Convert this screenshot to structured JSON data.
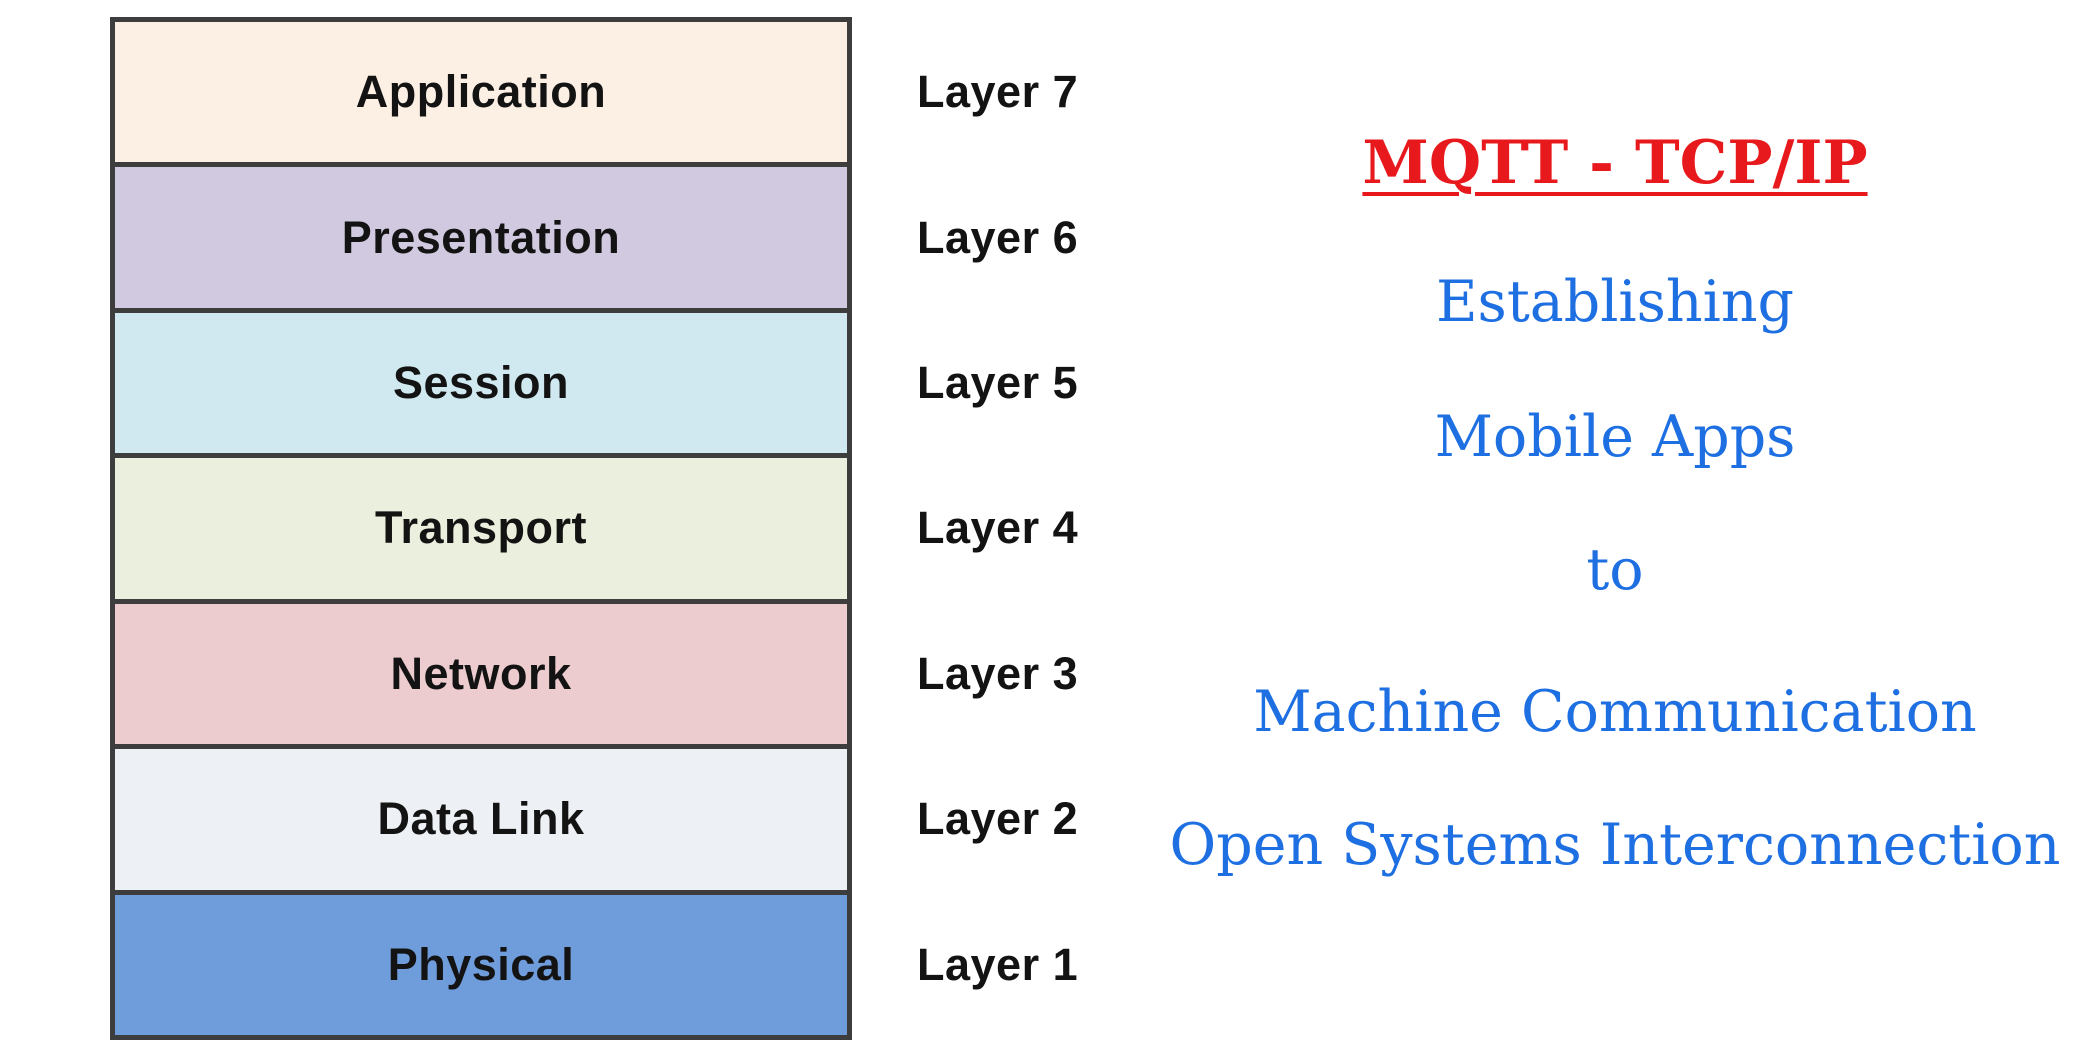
{
  "osi_stack": {
    "border_color": "#3d3d3d",
    "text_color": "#131313",
    "rows": [
      {
        "name": "Application",
        "layer": "Layer 7",
        "color": "#fcefe4"
      },
      {
        "name": "Presentation",
        "layer": "Layer 6",
        "color": "#d1c9df"
      },
      {
        "name": "Session",
        "layer": "Layer 5",
        "color": "#d0e9f0"
      },
      {
        "name": "Transport",
        "layer": "Layer 4",
        "color": "#ebefdd"
      },
      {
        "name": "Network",
        "layer": "Layer 3",
        "color": "#ecccce"
      },
      {
        "name": "Data Link",
        "layer": "Layer 2",
        "color": "#edf0f5"
      },
      {
        "name": "Physical",
        "layer": "Layer 1",
        "color": "#6f9cdb"
      }
    ]
  },
  "annotation": {
    "title": "MQTT - TCP/IP",
    "title_color": "#e8191d",
    "line_color": "#1e6fe2",
    "lines": [
      "Establishing",
      "Mobile Apps",
      "to",
      "Machine Communication",
      "Open Systems Interconnection"
    ]
  }
}
